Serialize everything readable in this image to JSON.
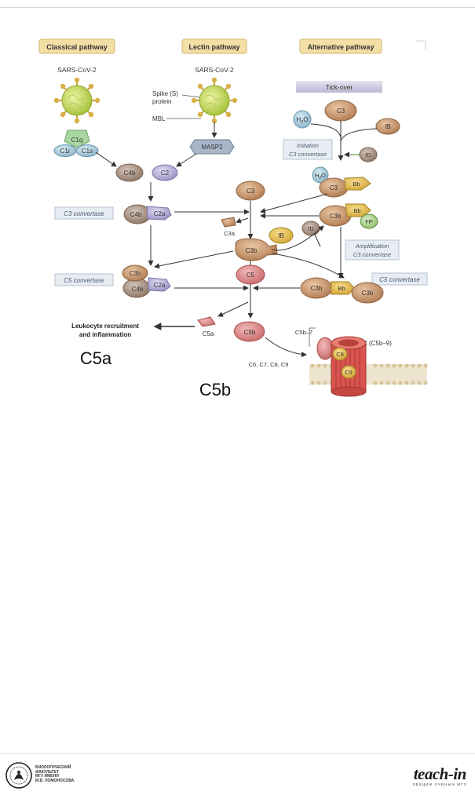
{
  "pathways": {
    "classical": "Classical pathway",
    "lectin": "Lectin pathway",
    "alternative": "Alternative pathway"
  },
  "virus_label_1": "SARS-CoV-2",
  "virus_label_2": "SARS-CoV-2",
  "spike_1": "Spike (S)",
  "spike_2": "protein",
  "mbl": "MBL",
  "c1q": "C1q",
  "c1r": "C1r",
  "c1s": "C1s",
  "masp2": "MASP2",
  "c4b": "C4b",
  "c2": "C2",
  "c2a": "C2a",
  "c3": "C3",
  "c3a": "C3a",
  "c3b": "C3b",
  "c5": "C5",
  "c5a": "C5a",
  "c5b": "C5b",
  "fb": "fB",
  "fd": "fD",
  "bb": "Bb",
  "fp": "FP",
  "h2o": "H",
  "h2o_sub": "2",
  "h2o_o": "O",
  "tick_over": "Tick-over",
  "initiation_1": "Initiation",
  "initiation_2": "C3 convertase",
  "amplification_1": "Amplification",
  "amplification_2": "C3 convertase",
  "c3_convertase": "C3 convertase",
  "c5_convertase": "C5 convertase",
  "leukocyte_1": "Leukocyte recruitment",
  "leukocyte_2": "and inflammation",
  "c5b7": "C5b–7",
  "mac": "MAC (C5b–9)",
  "c6c9": "C6, C7, C8, C9",
  "c8": "C8",
  "c9": "C9",
  "big_c5a": "C5a",
  "big_c5b": "C5b",
  "footer": {
    "faculty_lines": [
      "БИОЛОГИЧЕСКИЙ",
      "ФАКУЛЬТЕТ",
      "МГУ ИМЕНИ",
      "М.В. ЛОМОНОСОВА"
    ],
    "teachin_logo": "teach-in",
    "teachin_tagline": "ЛЕКЦИИ УЧЕНЫХ МГУ"
  }
}
